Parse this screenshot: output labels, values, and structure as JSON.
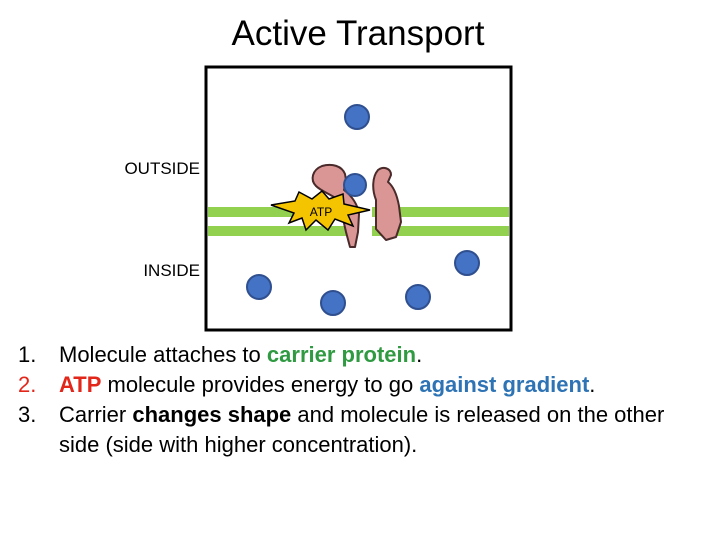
{
  "title": "Active Transport",
  "diagram": {
    "outside_label": "OUTSIDE",
    "inside_label": "INSIDE",
    "atp_label": "ATP",
    "colors": {
      "membrane": "#92d050",
      "protein_fill": "#d99694",
      "protein_stroke": "#4a2a2a",
      "molecule_fill": "#4472c4",
      "molecule_stroke": "#2f4f8f",
      "atp_burst": "#f5c400"
    }
  },
  "steps": [
    {
      "number": "1.",
      "parts": [
        {
          "text": "Molecule attaches to ",
          "style": "normal"
        },
        {
          "text": "carrier protein",
          "style": "green"
        },
        {
          "text": ".",
          "style": "normal"
        }
      ]
    },
    {
      "number": "2.",
      "parts": [
        {
          "text": "ATP",
          "style": "red"
        },
        {
          "text": " molecule provides energy to go ",
          "style": "normal"
        },
        {
          "text": "against gradient",
          "style": "blue"
        },
        {
          "text": ".",
          "style": "normal"
        }
      ]
    },
    {
      "number": "3.",
      "parts": [
        {
          "text": "Carrier ",
          "style": "normal"
        },
        {
          "text": "changes shape",
          "style": "bold"
        },
        {
          "text": " and molecule is released on the other side (side with higher concentration).",
          "style": "normal"
        }
      ]
    }
  ]
}
